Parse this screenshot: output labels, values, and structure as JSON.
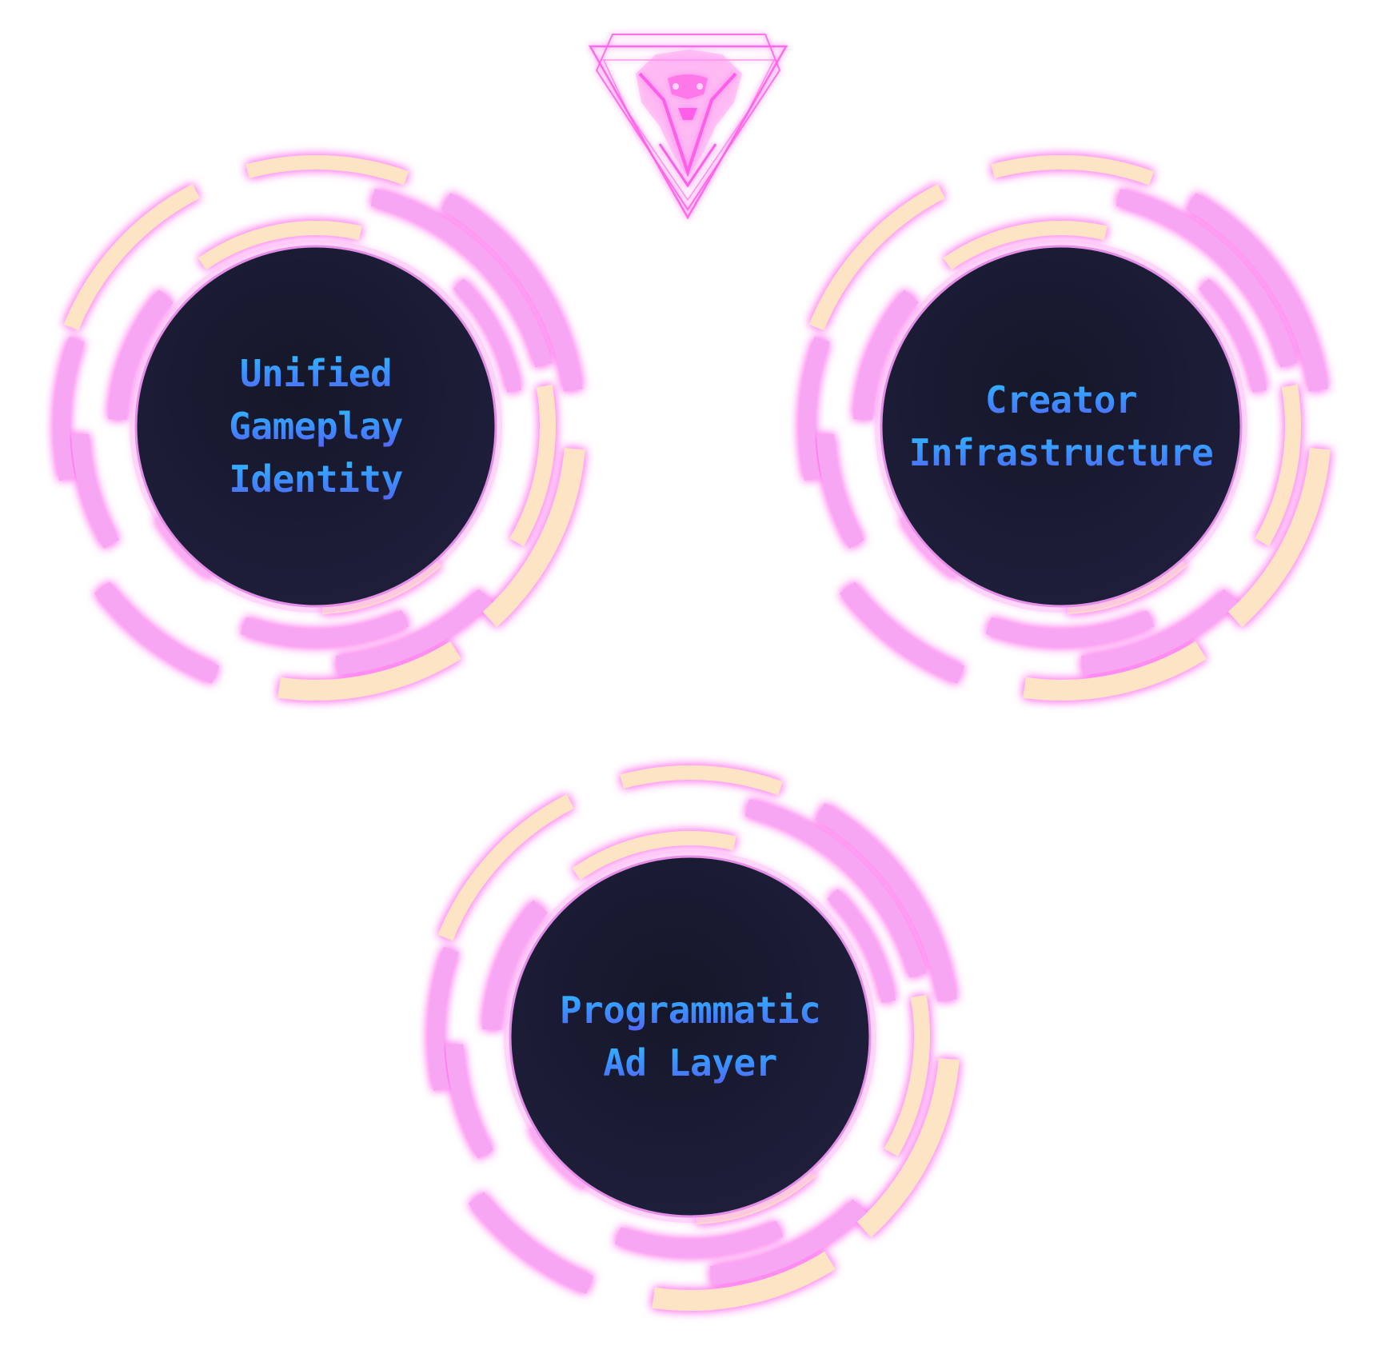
{
  "logo": {
    "icon": "neon-beast-triangle-logo",
    "color": "#ff5ee8"
  },
  "nodes": [
    {
      "id": "unified",
      "lines": [
        "Unified",
        "Gameplay",
        "Identity"
      ]
    },
    {
      "id": "creator",
      "lines": [
        "Creator",
        "Infrastructure"
      ]
    },
    {
      "id": "adlayer",
      "lines": [
        "Programmatic",
        "Ad Layer"
      ]
    }
  ],
  "colors": {
    "ring_pink": "#f7a6f3",
    "ring_cream": "#fde4c4",
    "glow": "#ff8af0",
    "core_dark": "#141628",
    "core_edge": "#e58ee8",
    "text_top": "#2ec4ff",
    "text_bottom": "#5a5cf0"
  }
}
